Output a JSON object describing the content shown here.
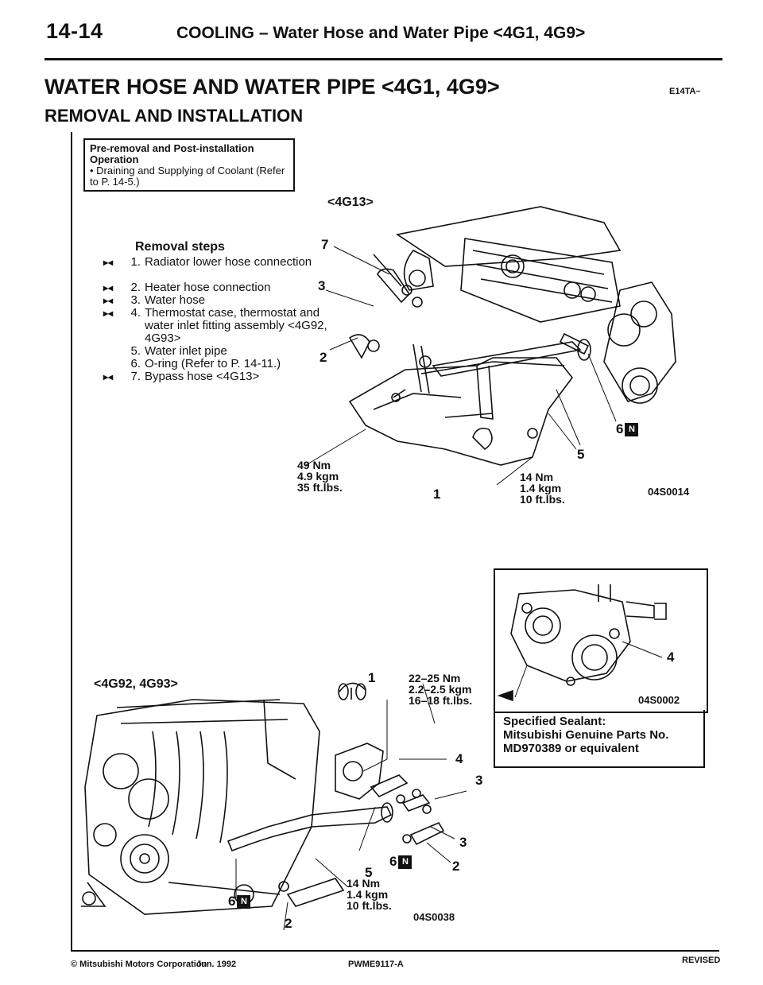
{
  "header": {
    "page_number": "14-14",
    "title": "COOLING – Water Hose and Water Pipe <4G1, 4G9>"
  },
  "main_title": "WATER HOSE AND WATER PIPE <4G1, 4G9>",
  "section_code": "E14TA–",
  "sub_title": "REMOVAL AND INSTALLATION",
  "pre_removal": {
    "heading": "Pre-removal and Post-installation Operation",
    "item": "• Draining and Supplying of Coolant (Refer to P. 14-5.)"
  },
  "engine1_label": "<4G13>",
  "removal_steps": {
    "title": "Removal steps",
    "steps": [
      {
        "num": "1.",
        "text": "Radiator lower hose connection",
        "mark": "▸◂"
      },
      {
        "num": "2.",
        "text": "Heater hose connection",
        "mark": "▸◂"
      },
      {
        "num": "3.",
        "text": "Water hose",
        "mark": "▸◂"
      },
      {
        "num": "4.",
        "text": "Thermostat case, thermostat and water inlet fitting assembly <4G92, 4G93>",
        "mark": "▸◂"
      },
      {
        "num": "5.",
        "text": "Water inlet pipe",
        "mark": ""
      },
      {
        "num": "6.",
        "text": "O-ring (Refer to P. 14-11.)",
        "mark": ""
      },
      {
        "num": "7.",
        "text": "Bypass hose <4G13>",
        "mark": "▸◂"
      }
    ]
  },
  "figure1": {
    "torque_left": [
      "49 Nm",
      "4.9 kgm",
      "35 ft.lbs."
    ],
    "torque_right": [
      "14 Nm",
      "1.4 kgm",
      "10 ft.lbs."
    ],
    "fig_code": "04S0014",
    "callouts": [
      "7",
      "3",
      "2",
      "5",
      "1",
      "6"
    ],
    "n_mark": "N"
  },
  "engine2_label": "<4G92, 4G93>",
  "figure2": {
    "torque_top": [
      "22–25 Nm",
      "2.2–2.5 kgm",
      "16–18 ft.lbs."
    ],
    "torque_bottom": [
      "14 Nm",
      "1.4 kgm",
      "10 ft.lbs."
    ],
    "fig_code": "04S0038",
    "callouts": [
      "1",
      "4",
      "3",
      "3",
      "2",
      "5",
      "6",
      "6",
      "2"
    ]
  },
  "detail": {
    "fig_code": "04S0002",
    "callout": "4",
    "sealant_lines": [
      "Specified Sealant:",
      "Mitsubishi Genuine Parts No.",
      "MD970389 or equivalent"
    ]
  },
  "footer": {
    "left": "© Mitsubishi Motors Corporation",
    "date": "Jun. 1992",
    "code": "PWME9117-A",
    "revised": "REVISED"
  }
}
